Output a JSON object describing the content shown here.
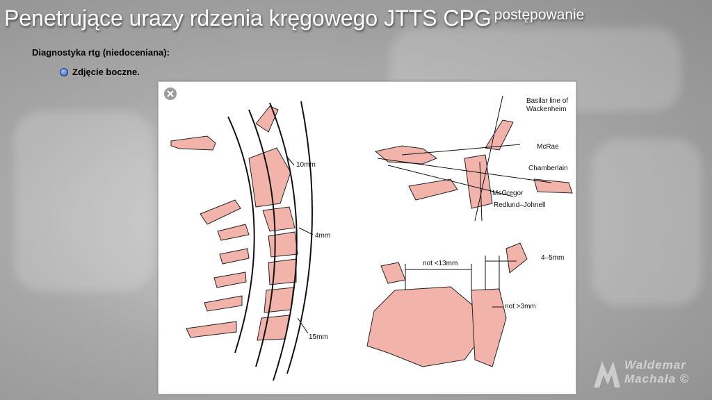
{
  "slide": {
    "title": "Penetrujące urazy rdzenia kręgowego JTTS CPG",
    "title_suffix": "postępowanie",
    "subheading": "Diagnostyka rtg (niedoceniana):",
    "bullet": "Zdjęcie boczne."
  },
  "figure": {
    "close_icon": "close-icon",
    "labels": {
      "basilar_line_1": "Basilar line of",
      "basilar_line_2": "Wackenheim",
      "mcrae": "McRae",
      "chamberlain": "Chamberlain",
      "mcgregor": "McGregor",
      "redlund": "Redlund–Johnell",
      "m10": "10mm",
      "m4": "4mm",
      "m15": "15mm",
      "not13": "not <13mm",
      "m45": "4–5mm",
      "not3": "not >3mm"
    }
  },
  "watermark": {
    "line1": "Waldemar",
    "line2": "Machała ©"
  },
  "colors": {
    "bone": "#f2b3aa",
    "text_white": "#ffffff"
  }
}
